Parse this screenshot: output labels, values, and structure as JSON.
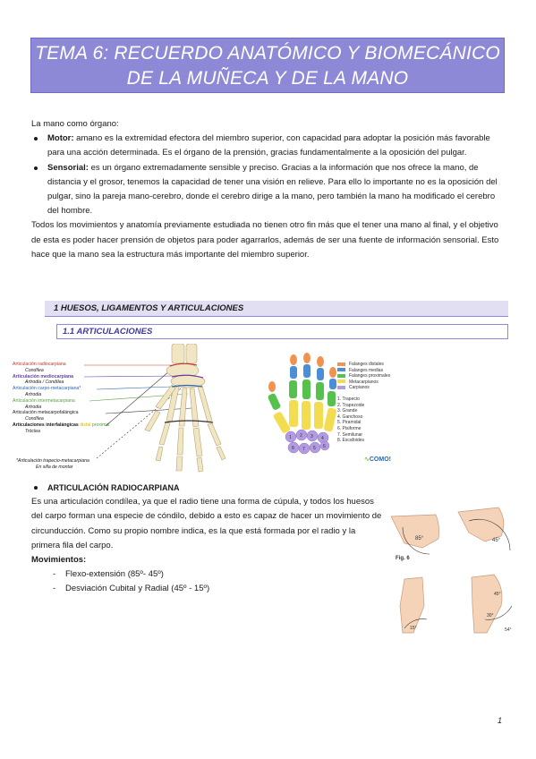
{
  "header": {
    "title_line1": "TEMA 6: RECUERDO ANATÓMICO Y BIOMECÁNICO",
    "title_line2": "DE LA MUÑECA Y DE LA MANO"
  },
  "intro": {
    "lead": "La mano como órgano:",
    "bullets": [
      {
        "term": "Motor:",
        "text": " amano es la extremidad efectora del miembro superior, con capacidad para adoptar la posición más favorable para una acción determinada. Es el órgano de la prensión, gracias fundamentalmente a la oposición del pulgar."
      },
      {
        "term": "Sensorial:",
        "text": " es un órgano extremadamente sensible y preciso. Gracias a la información que nos ofrece la mano, de distancia y el grosor, tenemos la capacidad de tener una visión en relieve. Para ello lo importante no es la oposición del pulgar, sino la pareja mano-cerebro, donde el cerebro dirige a la mano, pero también la mano ha modificado el cerebro del hombre."
      }
    ],
    "closing": "Todos los movimientos y anatomía previamente estudiada no tienen otro fin más que el tener una mano al final, y el objetivo de esta es poder hacer prensión de objetos para poder agarrarlos, además de ser una fuente de información sensorial. Esto hace que la mano sea la estructura más importante del miembro superior."
  },
  "section1": {
    "heading": "1    HUESOS, LIGAMENTOS Y ARTICULACIONES"
  },
  "section11": {
    "heading": "1.1 ARTICULACIONES"
  },
  "figure_joints": {
    "labels": [
      {
        "name": "Articulación radiocarpiana",
        "color": "#c0392b"
      },
      {
        "name": "Condílea",
        "color": "#1a1a1a",
        "italic": true
      },
      {
        "name": "Articulación mediocarpiana",
        "color": "#6a3ea1"
      },
      {
        "name": "Artrodia  /  Condílea",
        "color": "#1a1a1a",
        "italic": true
      },
      {
        "name": "Articulación carpo-metacarpiana*",
        "color": "#2b66b0"
      },
      {
        "name": "Artrodia",
        "color": "#1a1a1a",
        "italic": true
      },
      {
        "name": "Articulación intermetacarpiana",
        "color": "#5a9e3a"
      },
      {
        "name": "Artrodia",
        "color": "#1a1a1a",
        "italic": true
      },
      {
        "name": "Articulación metacarpofalángica",
        "color": "#1a1a1a"
      },
      {
        "name": "Condílea",
        "color": "#1a1a1a",
        "italic": true
      },
      {
        "name": "Articulaciones interfalángicas",
        "color": "#1a1a1a",
        "bold": true
      },
      {
        "name": "Tróclea",
        "color": "#1a1a1a",
        "italic": true
      }
    ],
    "interf_extra_distal": "distal",
    "interf_extra_proximal": "proximal",
    "note_line1": "*Articulación trapecio-metacarpiana",
    "note_line2": "En silla de montar"
  },
  "figure_bones": {
    "legend_groups": [
      {
        "name": "Falanges distales",
        "color": "#f0934f"
      },
      {
        "name": "Falanges medias",
        "color": "#4a8fd6"
      },
      {
        "name": "Falanges proximales",
        "color": "#56c24d"
      },
      {
        "name": "Metacarpianos",
        "color": "#f2dd52"
      },
      {
        "name": "Carpianos",
        "color": "#b29be0"
      }
    ],
    "carpal_list": [
      "1. Trapecio",
      "2. Trapezoide",
      "3. Grande",
      "4. Ganchoso",
      "5. Piramidal",
      "6. Pisiforme",
      "7. Semilunar",
      "8. Escafoides"
    ],
    "logo": "COMO!"
  },
  "radiocarpiana": {
    "heading": "ARTICULACIÓN RADIOCARPIANA",
    "text": "Es una articulación condílea, ya que el radio tiene una forma de cúpula, y todos los huesos del carpo forman una especie de cóndilo, debido a esto es capaz de hacer un movimiento de circunducción. Como su propio nombre indica, es la que está formada por el radio y la primera fila del carpo.",
    "movements_label": "Movimientos:",
    "movements": [
      "Flexo-extensión (85º- 45º)",
      "Desviación Cubital y Radial (45º - 15º)"
    ]
  },
  "figure_wrist": {
    "fig_label": "Fig. 6",
    "angle1": "85°",
    "angle2": "45°",
    "angle3": "45°",
    "angle4": "15°",
    "angle5": "30°",
    "angle6": "54°"
  },
  "footer": {
    "page_number": "1"
  }
}
